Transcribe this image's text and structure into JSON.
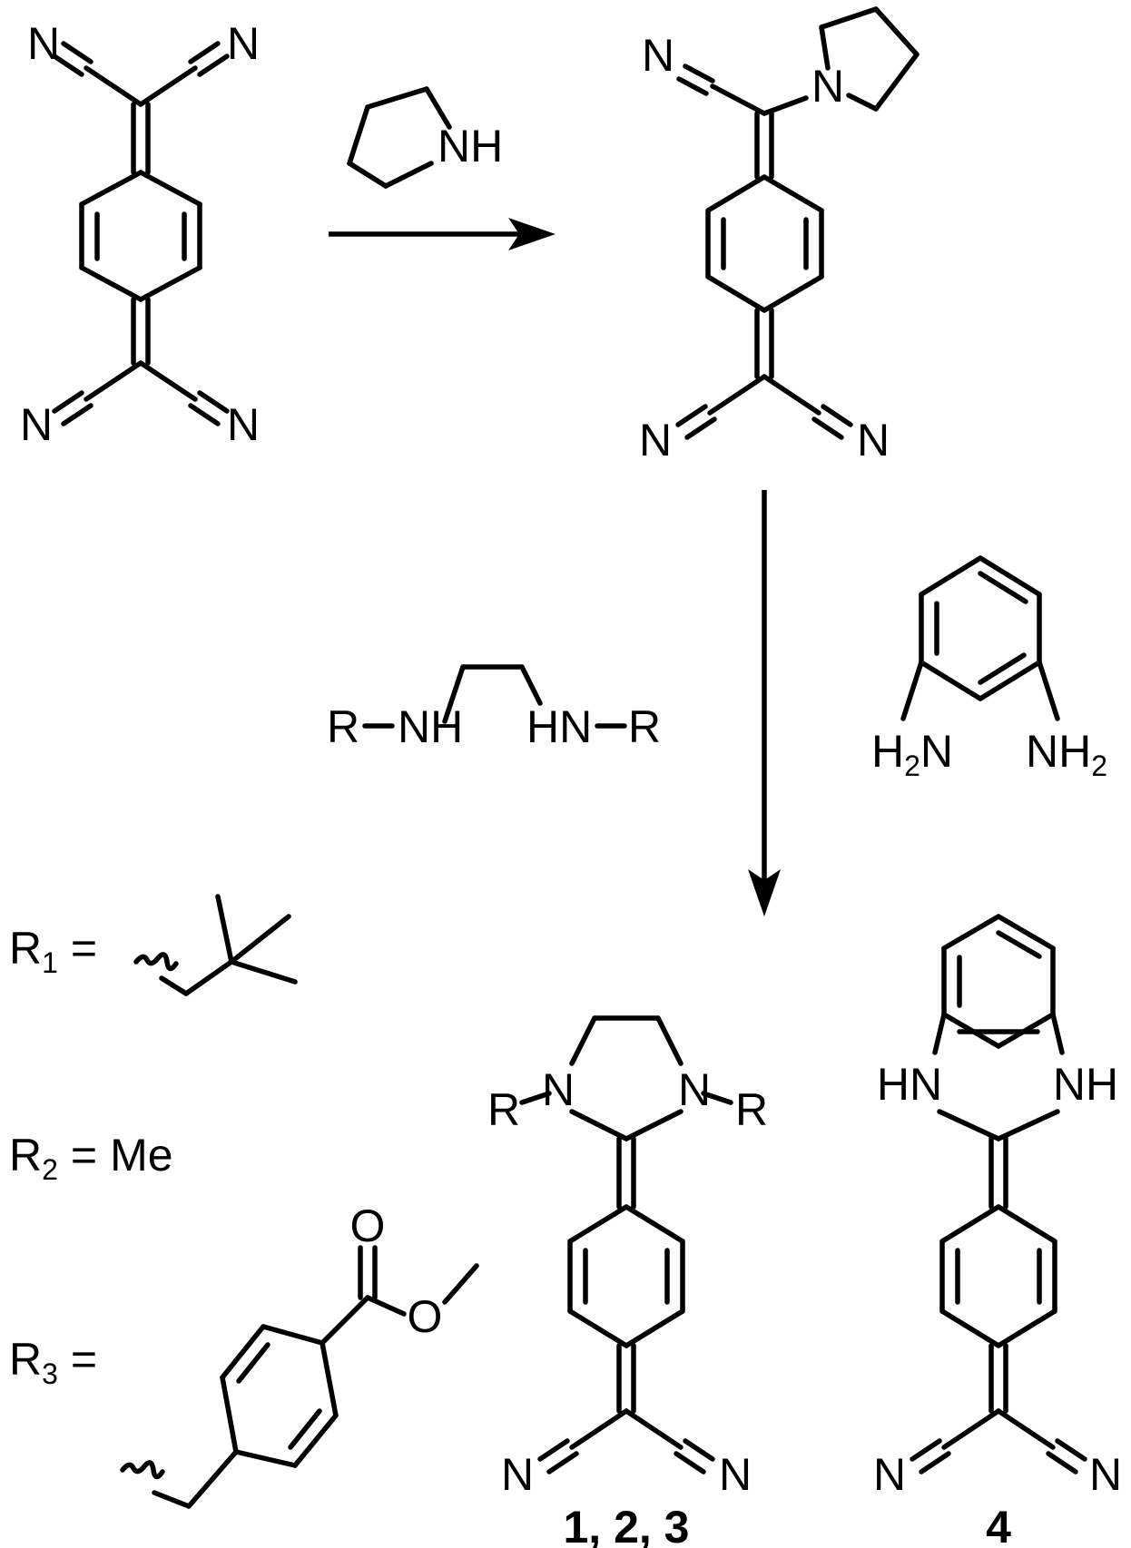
{
  "atoms": {
    "N": "N",
    "NH": "NH",
    "HN": "HN",
    "H": "H",
    "R": "R",
    "O": "O",
    "Me": "Me",
    "eq": "=",
    "two": "2",
    "one": "1",
    "three": "3"
  },
  "compounds": {
    "series_1_2_3": "1, 2, 3",
    "cpd_4": "4"
  }
}
